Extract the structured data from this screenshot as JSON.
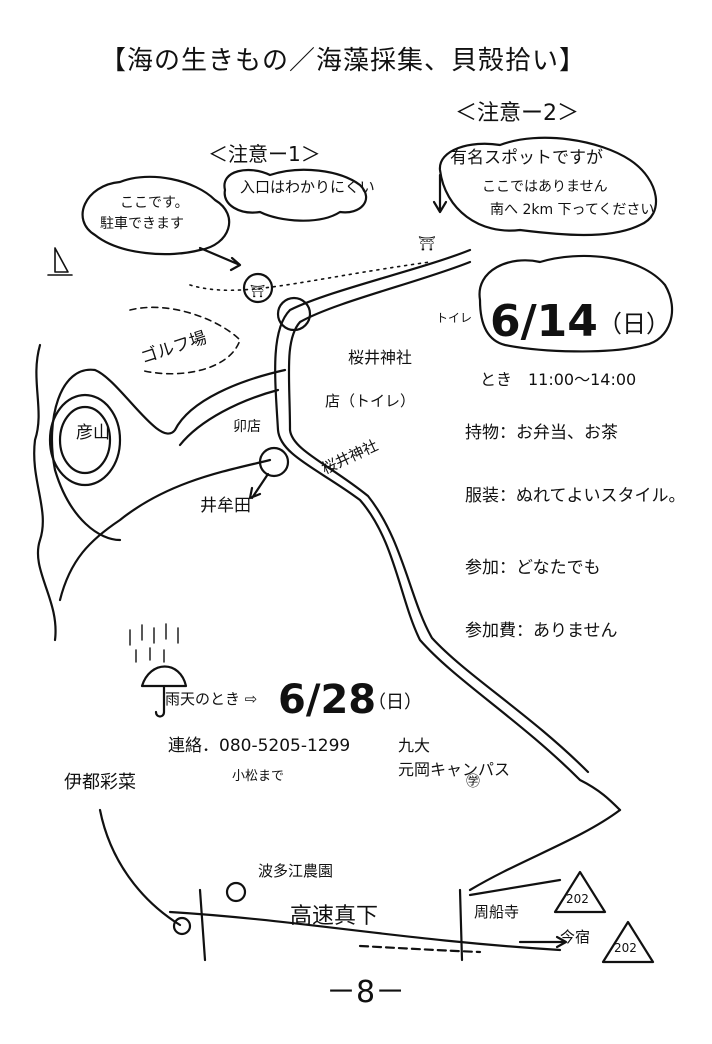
{
  "title": "【海の生きもの／海藻採集、貝殻拾い】",
  "notes": {
    "note1_title": "＜注意ー1＞",
    "note1_text": "入口はわかりにくい",
    "note2_title": "＜注意ー2＞",
    "note2_line1": "有名スポットですが",
    "note2_line2": "ここではありません",
    "note2_line3": "南へ 2km 下ってください"
  },
  "parking": {
    "line1": "ここです。",
    "line2": "駐車できます"
  },
  "places": {
    "golf": "ゴルフ場",
    "mountain": "彦山",
    "shrine1": "桜井神社",
    "shop_toilet": "店（トイレ）",
    "shop": "卯店",
    "shrine2": "桜井神社",
    "imuta": "井牟田",
    "university1": "九大",
    "university2": "元岡キャンパス",
    "itosaisai": "伊都彩菜",
    "farm": "波多江農園",
    "expressway": "高速真下",
    "shufuku": "周船寺",
    "imajuku": "今宿",
    "route_a": "202",
    "route_b": "202",
    "toilet": "トイレ"
  },
  "event": {
    "date": "6/14",
    "day": "（日）",
    "time": "とき　11:00～14:00",
    "belongings": "持物：お弁当、お茶",
    "clothing": "服装：ぬれてよいスタイル。",
    "participation": "参加：どなたでも",
    "fee": "参加費：ありません"
  },
  "rain": {
    "label": "雨天のとき ⇨",
    "date": "6/28",
    "day": "（日）"
  },
  "contact": {
    "line1": "連絡．080-5205-1299",
    "line2": "小松まで"
  },
  "page_number": "－8－"
}
